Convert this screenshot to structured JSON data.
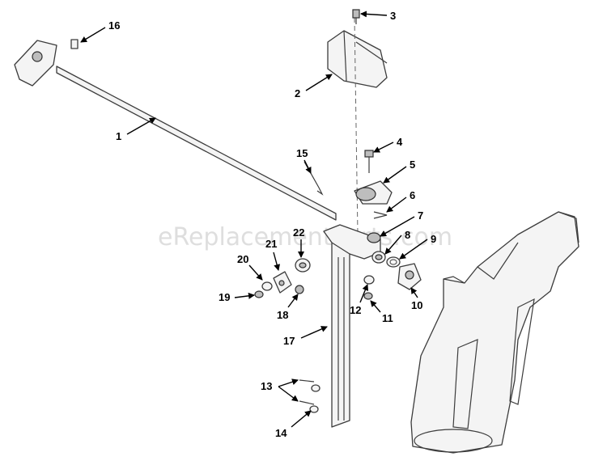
{
  "watermark": "eReplacementParts.com",
  "callouts": {
    "c1": "1",
    "c2": "2",
    "c3": "3",
    "c4": "4",
    "c5": "5",
    "c6": "6",
    "c7": "7",
    "c8": "8",
    "c9": "9",
    "c10": "10",
    "c11": "11",
    "c12": "12",
    "c13": "13",
    "c14": "14",
    "c15": "15",
    "c16": "16",
    "c17": "17",
    "c18": "18",
    "c19": "19",
    "c20": "20",
    "c21": "21",
    "c22": "22"
  }
}
